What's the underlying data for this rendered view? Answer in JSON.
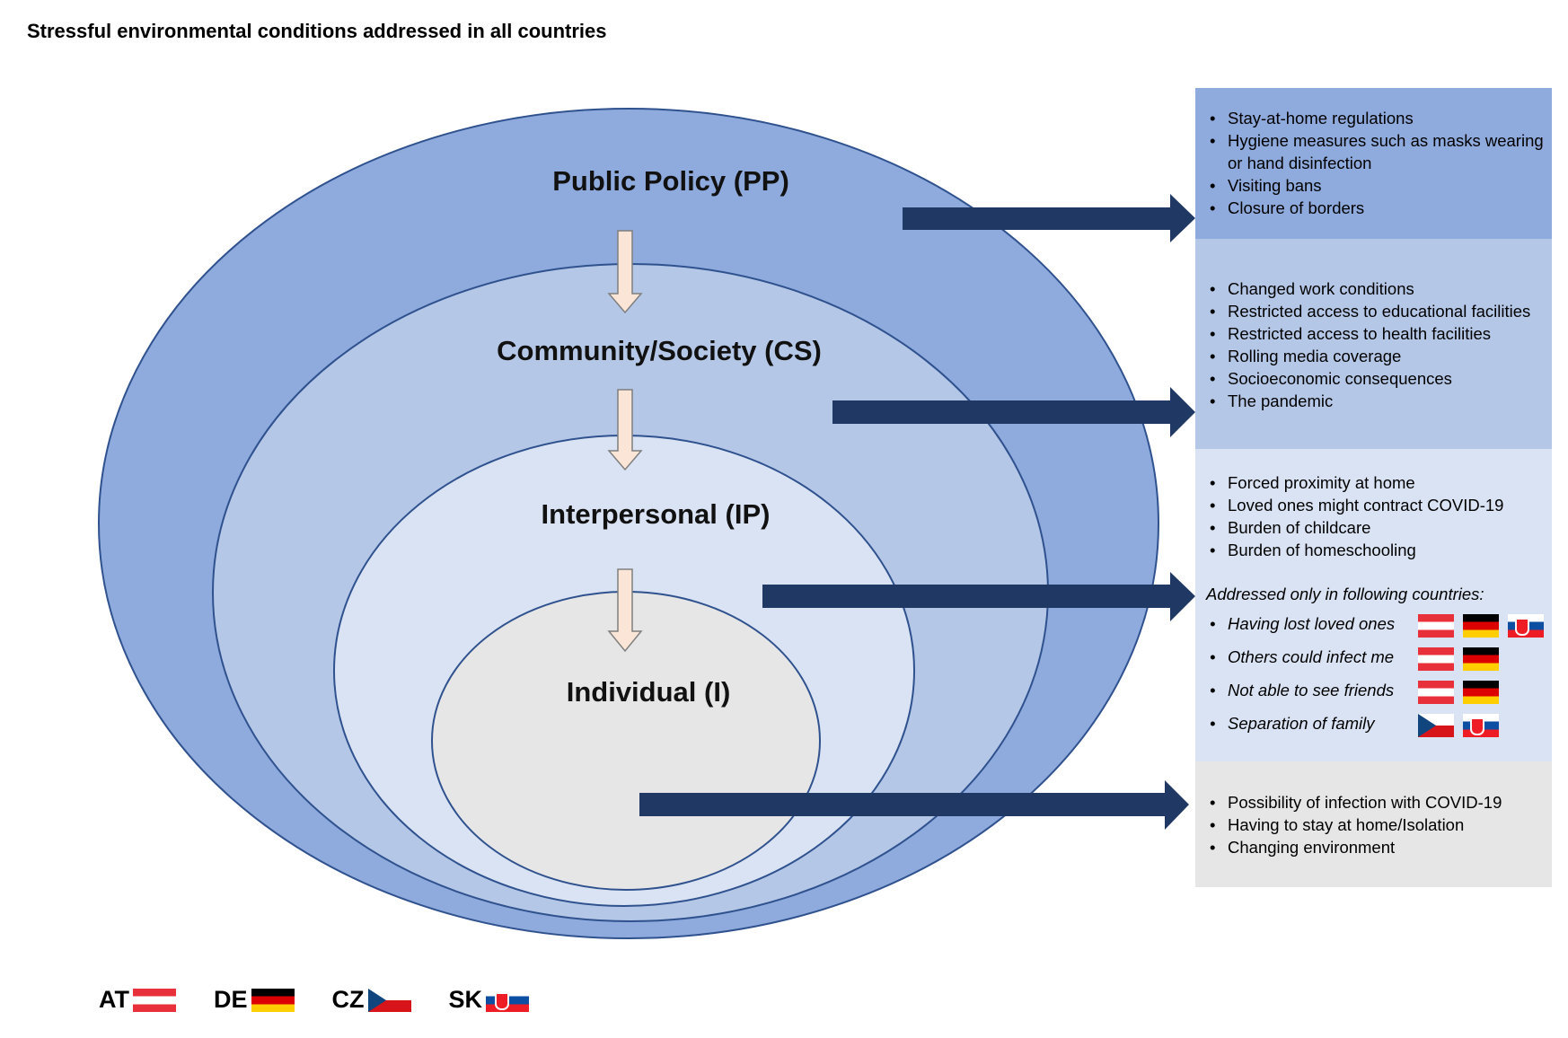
{
  "title": "Stressful environmental conditions addressed in all countries",
  "levels": {
    "pp": "Public Policy (PP)",
    "cs": "Community/Society (CS)",
    "ip": "Interpersonal (IP)",
    "i": "Individual (I)"
  },
  "colors": {
    "pp": "#8faadc",
    "cs": "#b4c7e7",
    "ip": "#dae3f3",
    "i": "#e7e6e6",
    "outline": "#2f528f",
    "big_arrow": "#203864",
    "down_arrow_fill": "#fbe5d6",
    "down_arrow_stroke": "#7f7f7f"
  },
  "panels": {
    "pp": {
      "items": [
        "Stay-at-home regulations",
        "Hygiene measures such as masks wearing or hand disinfection",
        "Visiting bans",
        "Closure of borders"
      ]
    },
    "cs": {
      "items": [
        "Changed work conditions",
        "Restricted access to educational facilities",
        "Restricted access to health facilities",
        "Rolling media coverage",
        "Socioeconomic consequences",
        "The pandemic"
      ]
    },
    "ip": {
      "items": [
        "Forced proximity at home",
        "Loved ones might contract COVID-19",
        "Burden of childcare",
        "Burden of homeschooling"
      ],
      "note": "Addressed only in following countries:",
      "country_items": [
        {
          "label": "Having lost loved ones",
          "flags": [
            "AT",
            "DE",
            "SK"
          ]
        },
        {
          "label": "Others could infect me",
          "flags": [
            "AT",
            "DE"
          ]
        },
        {
          "label": "Not able to see friends",
          "flags": [
            "AT",
            "DE"
          ]
        },
        {
          "label": "Separation of family",
          "flags": [
            "CZ",
            "SK"
          ]
        }
      ]
    },
    "i": {
      "items": [
        "Possibility of infection with COVID-19",
        "Having to stay at home/Isolation",
        "Changing environment"
      ]
    }
  },
  "legend": [
    {
      "code": "AT",
      "flag": "austria-flag"
    },
    {
      "code": "DE",
      "flag": "germany-flag"
    },
    {
      "code": "CZ",
      "flag": "czech-flag"
    },
    {
      "code": "SK",
      "flag": "slovakia-flag"
    }
  ]
}
